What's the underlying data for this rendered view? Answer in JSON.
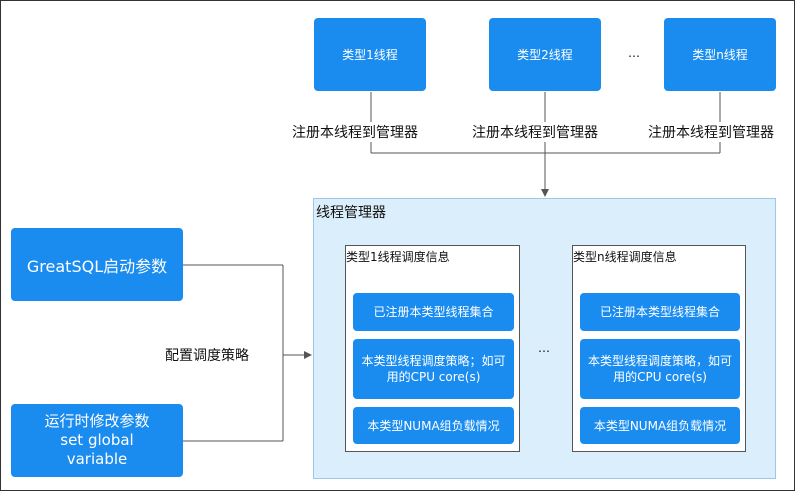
{
  "thread_types": [
    {
      "label": "类型1线程"
    },
    {
      "label": "类型2线程"
    },
    {
      "label": "类型n线程"
    }
  ],
  "ellipsis": "…",
  "register_label": "注册本线程到管理器",
  "manager": {
    "title": "线程管理器",
    "panels": [
      {
        "title": "类型1线程调度信息",
        "items": [
          "已注册本类型线程集合",
          "本类型线程调度策略；如可用的CPU core(s)",
          "本类型NUMA组负载情况"
        ]
      },
      {
        "title": "类型n线程调度信息",
        "items": [
          "已注册本类型线程集合",
          "本类型线程调度策略，如可用的CPU core(s)",
          "本类型NUMA组负载情况"
        ]
      }
    ],
    "ellipsis": "…"
  },
  "sources": {
    "startup": "GreatSQL启动参数",
    "runtime": [
      "运行时修改参数",
      "set global",
      "variable"
    ]
  },
  "config_label": "配置调度策略"
}
